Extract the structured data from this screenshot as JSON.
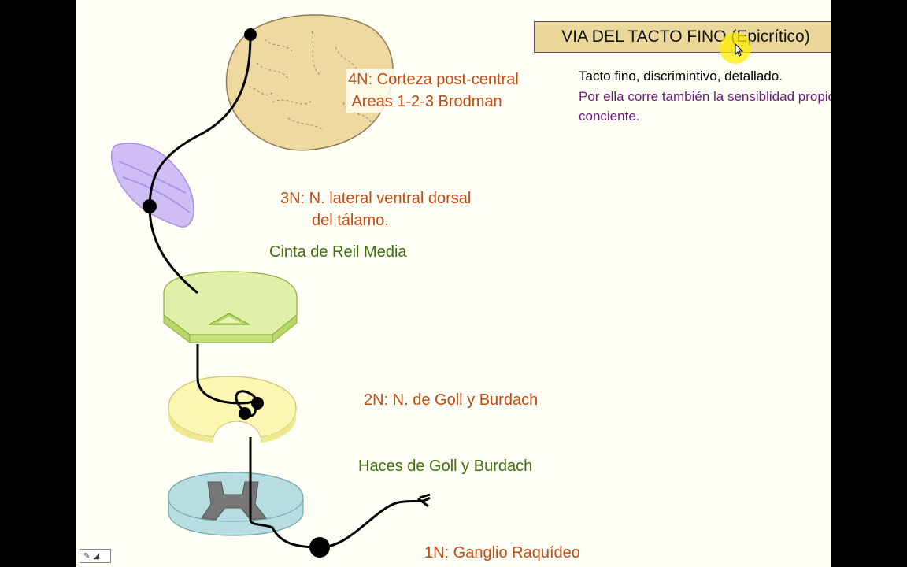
{
  "title": "VIA DEL TACTO FINO (Epicrítico)",
  "description": {
    "line1": "Tacto fino, discrimintivo, detallado.",
    "line2": "Por ella corre también la sensiblidad propioceptiva conciente."
  },
  "labels": {
    "n4_line1": "4N: Corteza post-central",
    "n4_line2": " Areas 1-2-3 Brodman",
    "n3_line1": "3N: N. lateral ventral dorsal",
    "n3_line2": "del tálamo.",
    "cinta": "Cinta de Reil Media",
    "n2": "2N: N. de Goll y Burdach",
    "haces": "Haces de Goll y Burdach",
    "n1": "1N: Ganglio Raquídeo"
  },
  "colors": {
    "neuron_label": "#c24a12",
    "tract_label": "#3f6f0f",
    "title_box": "#ead79a",
    "brain": "#f0d9a0",
    "thalamus": "#c9b8f5",
    "brainstem": "#dff0a8",
    "medulla": "#fbf6b2",
    "spinal_cord": "#b8dde0",
    "grey_matter": "#777777",
    "pointer_highlight": "#ffec00"
  },
  "icons": [
    "brain-cortex-icon",
    "thalamus-icon",
    "brainstem-section-icon",
    "medulla-section-icon",
    "spinal-cord-section-icon",
    "pointer-icon",
    "pen-icon"
  ]
}
